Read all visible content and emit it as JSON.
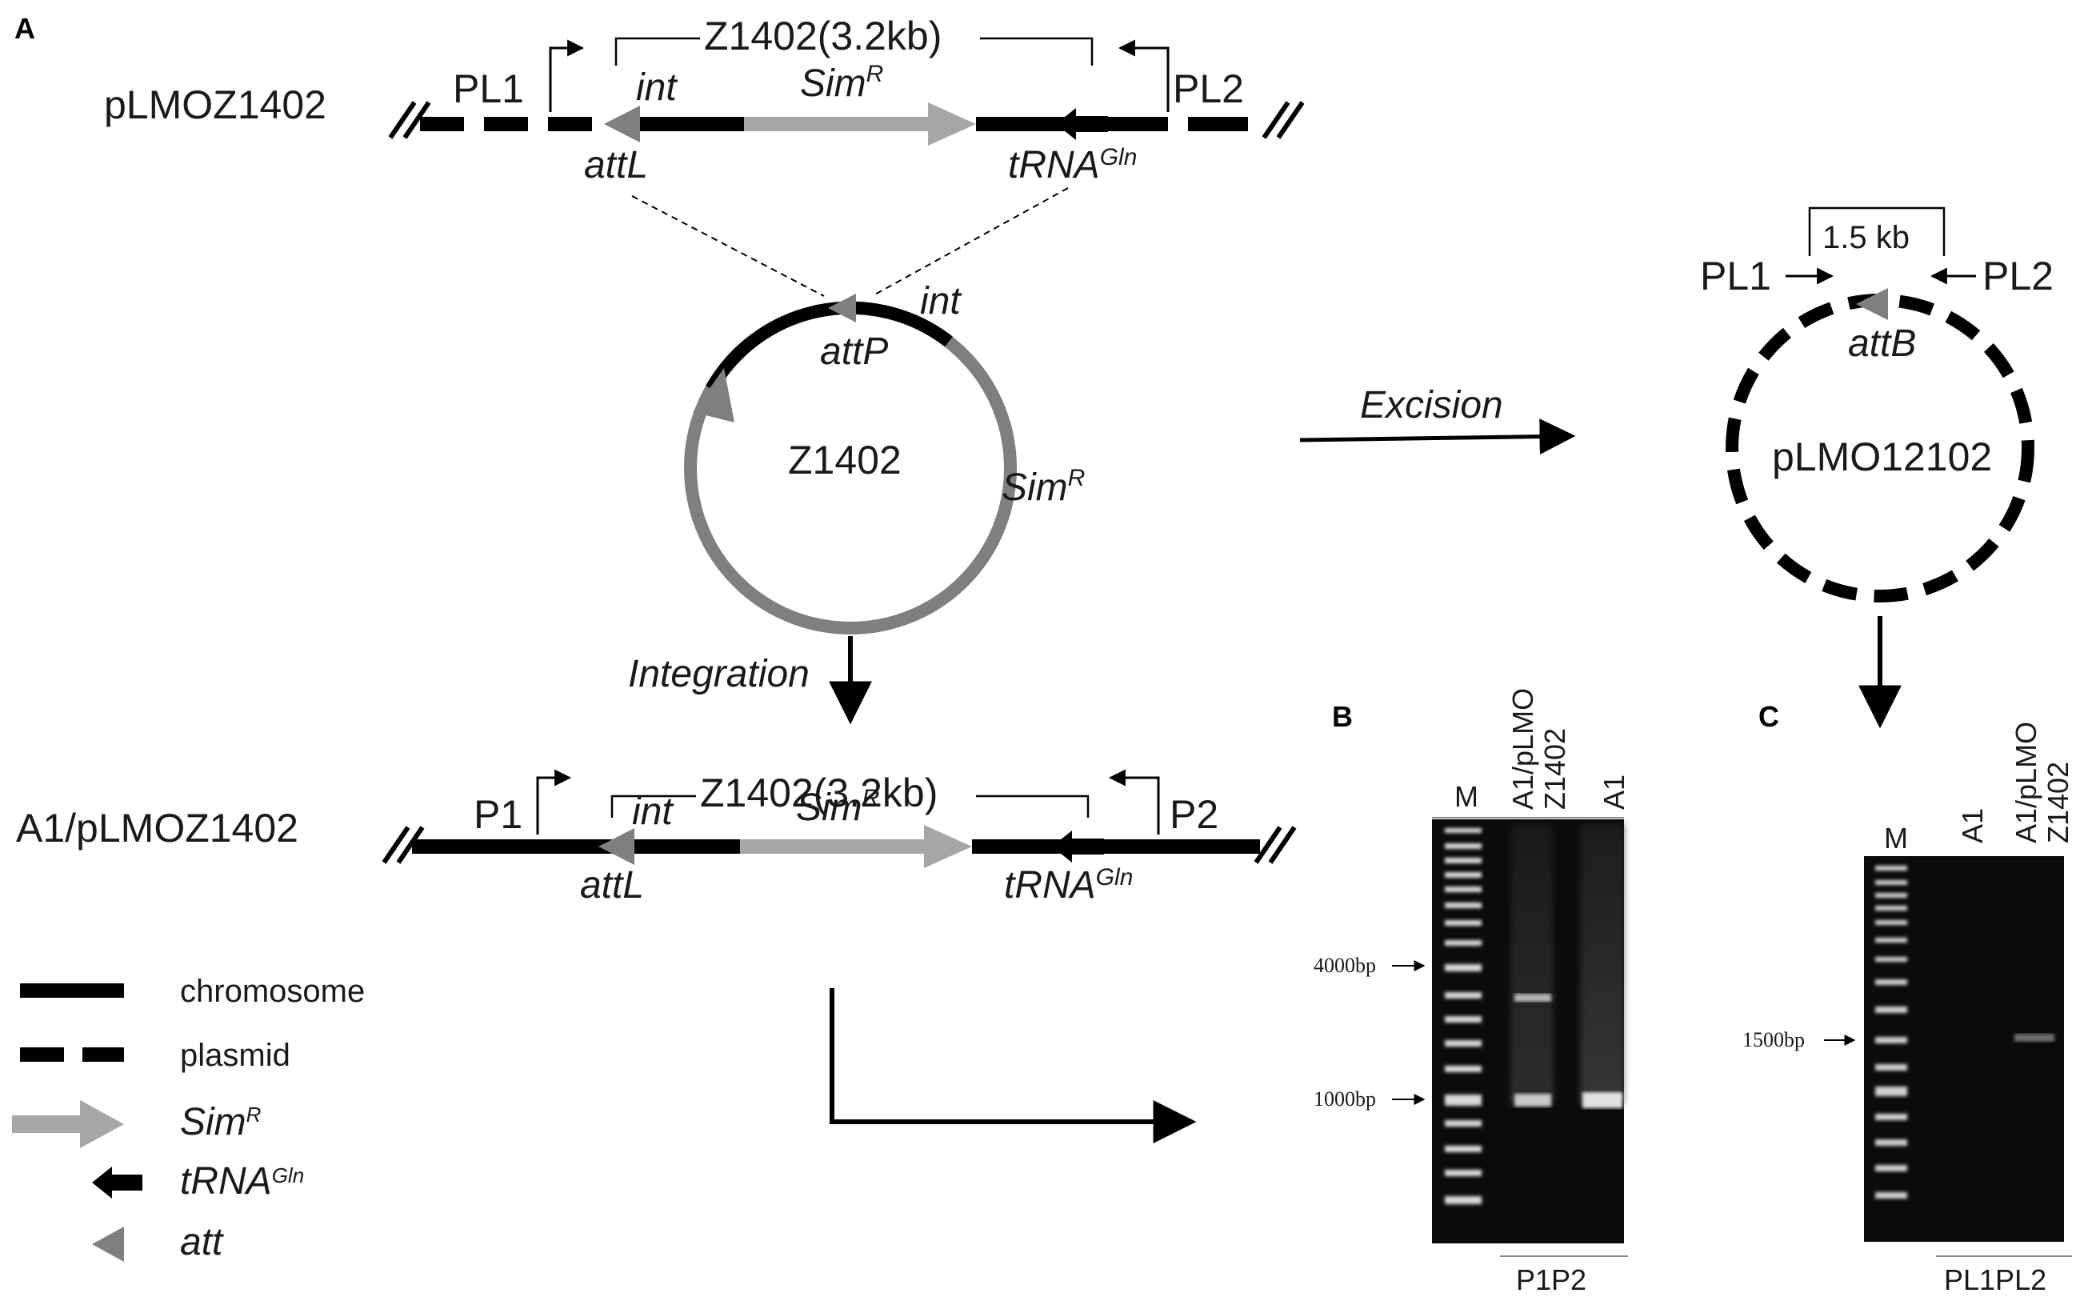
{
  "panels": {
    "a": "A",
    "b": "B",
    "c": "C"
  },
  "top_construct": {
    "name": "pLMOZ1402",
    "insert_label": "Z1402(3.2kb)",
    "primer_left": "PL1",
    "primer_right": "PL2",
    "int": "int",
    "sim_base": "Sim",
    "sim_sup": "R",
    "att_left": "attL",
    "trna_base": "tRNA",
    "trna_sup": "Gln"
  },
  "element_circle": {
    "name": "Z1402",
    "att": "attP",
    "int": "int",
    "sim_base": "Sim",
    "sim_sup": "R"
  },
  "integration_label": "Integration",
  "excision_label": "Excision",
  "plasmid_circle": {
    "name": "pLMO12102",
    "size": "1.5 kb",
    "primer_left": "PL1",
    "primer_right": "PL2",
    "att": "attB"
  },
  "bottom_construct": {
    "name": "A1/pLMOZ1402",
    "insert_label": "Z1402(3.2kb)",
    "primer_left": "P1",
    "primer_right": "P2",
    "int": "int",
    "sim_base": "Sim",
    "sim_sup": "R",
    "att_left": "attL",
    "trna_base": "tRNA",
    "trna_sup": "Gln"
  },
  "legend": {
    "chromosome": "chromosome",
    "plasmid": "plasmid",
    "sim_base": "Sim",
    "sim_sup": "R",
    "trna_base": "tRNA",
    "trna_sup": "Gln",
    "att": "att"
  },
  "gel_b": {
    "lanes": {
      "marker": "M",
      "sample1_line1": "A1/pLMO",
      "sample1_line2": "Z1402",
      "sample2": "A1"
    },
    "markers": {
      "upper": "4000bp",
      "lower": "1000bp"
    },
    "primer_pair": "P1P2"
  },
  "gel_c": {
    "lanes": {
      "marker": "M",
      "sample1": "A1",
      "sample2_line1": "A1/pLMO",
      "sample2_line2": "Z1402"
    },
    "markers": {
      "single": "1500bp"
    },
    "primer_pair": "PL1PL2"
  },
  "colors": {
    "chromosome": "#000000",
    "plasmid": "#000000",
    "sim_arrow": "#a6a6a6",
    "att_triangle": "#7f7f7f",
    "circle_gray": "#7f7f7f",
    "gel_bg": "#0b0b0b"
  }
}
